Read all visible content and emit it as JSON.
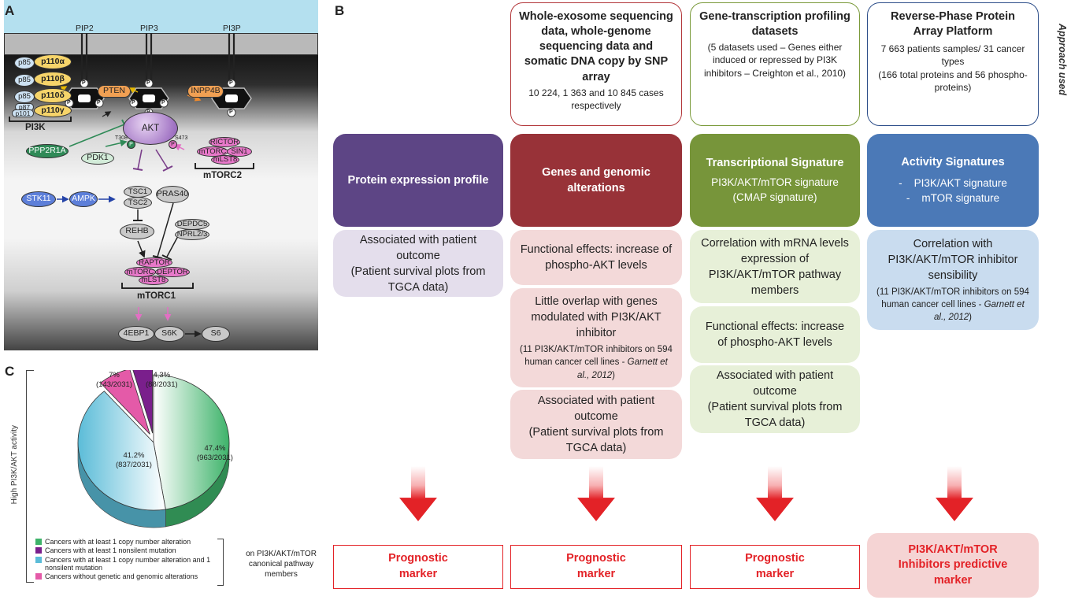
{
  "panel_a": {
    "label": "A",
    "pip2": "PIP2",
    "pip3": "PIP3",
    "pi3p": "PI3P",
    "p85a": "p85",
    "p110a": "p110α",
    "p85b": "p85",
    "p110b": "p110β",
    "p85d": "p85",
    "p110d": "p110δ",
    "p87": "p87",
    "p101": "p101",
    "p110g": "p110γ",
    "pi3k": "PI3K",
    "phos": "P",
    "pten": "PTEN",
    "inpp4b": "INPP4B",
    "akt": "AKT",
    "t308": "T308",
    "s473": "S473",
    "ppp2r1a": "PPP2R1A",
    "pdk1": "PDK1",
    "rictor": "RICTOR",
    "mtorc_c2": "mTORC",
    "sin1": "SIN1",
    "mlst8_c2": "mLST8",
    "mtorc2": "mTORC2",
    "stk11": "STK11",
    "ampk": "AMPK",
    "tsc1": "TSC1",
    "tsc2": "TSC2",
    "pras40": "PRAS40",
    "rehb": "REHB",
    "depdc5": "DEPDC5",
    "nprl23": "NPRL2/3",
    "raptor": "RAPTOR",
    "mtorc_c1": "mTORC",
    "deptor": "DEPTOR",
    "mlst8_c1": "mLST8",
    "mtorc1": "mTORC1",
    "e4ebp1": "4EBP1",
    "s6k": "S6K",
    "s6": "S6"
  },
  "panel_b": {
    "label": "B",
    "approach": "Approach used",
    "sources": [
      {
        "title": "Whole-exosome sequencing data, whole-genome sequencing data and somatic DNA copy by SNP array",
        "detail": "10 224, 1 363 and 10 845 cases respectively"
      },
      {
        "title": "Gene-transcription profiling datasets",
        "detail": "(5 datasets used – Genes either induced or repressed by PI3K inhibitors – Creighton et al., 2010)"
      },
      {
        "title": "Reverse-Phase Protein Array Platform",
        "detail1": "7 663 patients samples/ 31 cancer types",
        "detail2": "(166 total proteins and 56 phospho-proteins)"
      }
    ],
    "headers": [
      {
        "title": "Protein expression profile"
      },
      {
        "title": "Genes and genomic alterations"
      },
      {
        "title": "Transcriptional Signature",
        "sub": "PI3K/AKT/mTOR signature (CMAP signature)"
      },
      {
        "title": "Activity Signatures",
        "sub1": "-    PI3K/AKT signature",
        "sub2": "-    mTOR signature"
      }
    ],
    "col1": {
      "item1": "Associated with patient outcome",
      "item1b": "(Patient survival plots from TGCA data)"
    },
    "col2": {
      "item1": "Functional effects: increase of phospho-AKT levels",
      "item2": "Little overlap with genes modulated with PI3K/AKT inhibitor",
      "item2_small": "(11 PI3K/AKT/mTOR inhibitors on 594 human cancer cell lines -",
      "item2_ref": "Garnett et al., 2012",
      "item2_end": ")",
      "item3": "Associated with patient outcome",
      "item3b": "(Patient survival plots from TGCA data)"
    },
    "col3": {
      "item1": "Correlation with mRNA levels expression of PI3K/AKT/mTOR pathway members",
      "item2": "Functional effects: increase of phospho-AKT levels",
      "item3": "Associated with patient outcome",
      "item3b": "(Patient survival plots from TGCA data)"
    },
    "col4": {
      "item1": "Correlation with PI3K/AKT/mTOR inhibitor sensibility",
      "item1_small": "(11 PI3K/AKT/mTOR inhibitors on 594 human cancer cell lines -",
      "item1_ref": "Garnett et al., 2012",
      "item1_end": ")"
    },
    "markers": [
      "Prognostic marker",
      "Prognostic marker",
      "Prognostic marker",
      "PI3K/AKT/mTOR Inhibitors predictive marker"
    ]
  },
  "panel_c": {
    "label": "C",
    "ylabel": "High PI3K/AKT activity",
    "suffix": "on PI3K/AKT/mTOR canonical pathway members",
    "legend": [
      "Cancers with at least 1 copy number alteration",
      "Cancers with at least 1 nonsilent mutation",
      "Cancers with at least 1 copy number alteration and 1 nonsilent mutation",
      "Cancers without genetic and genomic alterations"
    ],
    "colors": [
      "#3eb36a",
      "#7a1f8c",
      "#5bbcd8",
      "#e45aa8"
    ]
  },
  "chart_data": {
    "type": "pie",
    "categories": [
      "Cancers with at least 1 copy number alteration",
      "Cancers with at least 1 nonsilent mutation",
      "Cancers with at least 1 copy number alteration and 1 nonsilent mutation",
      "Cancers without genetic and genomic alterations"
    ],
    "values": [
      47.4,
      4.3,
      41.2,
      7
    ],
    "labels": [
      {
        "pct": "47.4%",
        "count": "(963/2031)"
      },
      {
        "pct": "4,3%",
        "count": "(88/2031)"
      },
      {
        "pct": "41.2%",
        "count": "(837/2031)"
      },
      {
        "pct": "7%",
        "count": "(143/2031)"
      }
    ],
    "legend": "bottom-left"
  }
}
